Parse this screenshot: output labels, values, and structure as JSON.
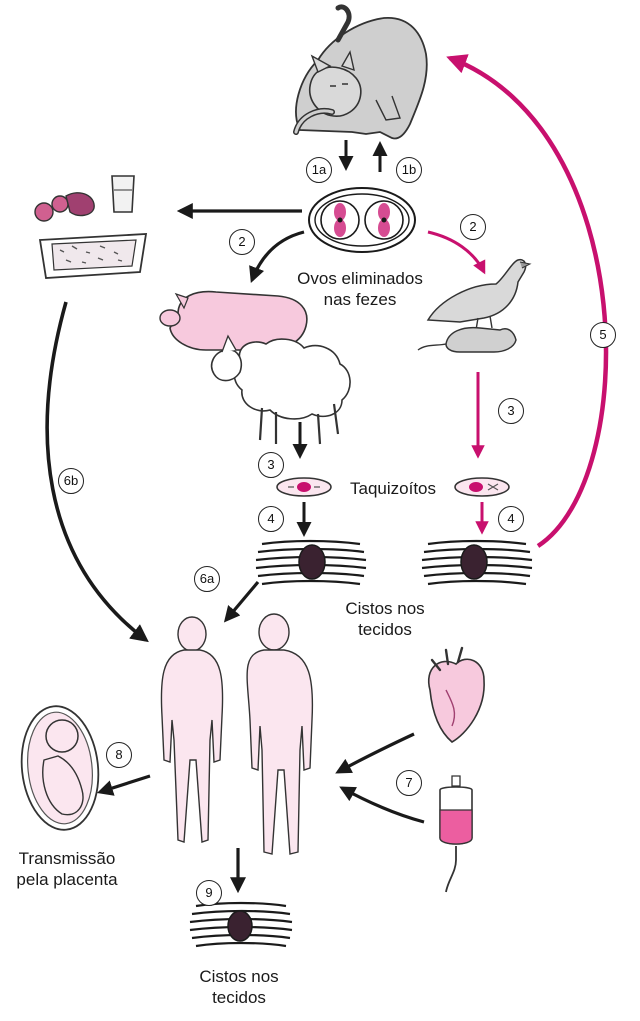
{
  "labels": {
    "eggs": "Ovos eliminados\nnas fezes",
    "tachyzoites": "Taquizoítos",
    "cysts_animal": "Cistos nos\ntecidos",
    "placenta": "Transmissão\npela placenta",
    "cysts_human": "Cistos nos\ntecidos"
  },
  "steps": {
    "s1a": "1a",
    "s1b": "1b",
    "s2_left": "2",
    "s2_right": "2",
    "s3_left": "3",
    "s3_right": "3",
    "s4_left": "4",
    "s4_right": "4",
    "s5": "5",
    "s6a": "6a",
    "s6b": "6b",
    "s7": "7",
    "s8": "8",
    "s9": "9"
  },
  "icons": {
    "cat": "cat-icon",
    "oocyst": "oocyst-icon",
    "food": "food-icon",
    "pig": "pig-icon",
    "sheep": "sheep-icon",
    "bird": "bird-icon",
    "rat": "rat-icon",
    "tachyzoite": "tachyzoite-icon",
    "tissue_cyst": "tissue-cyst-icon",
    "humans": "human-figures-icon",
    "fetus": "fetus-icon",
    "heart": "heart-icon",
    "blood_bag": "blood-bag-icon"
  },
  "colors": {
    "accent": "#c8106e",
    "pink_fill": "#f7c9dd",
    "light_pink": "#fbe6ef",
    "stroke": "#1a1a1a"
  }
}
